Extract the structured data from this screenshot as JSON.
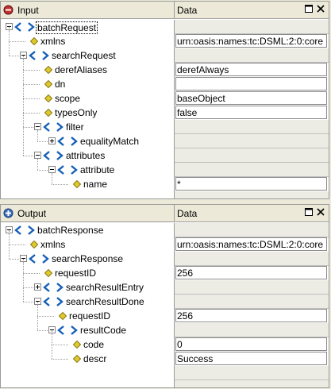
{
  "input_panel": {
    "title": "Input",
    "data_header": "Data",
    "header_icon": "minus-circle-icon",
    "rows": [
      {
        "label": "batchRequest",
        "kind": "element",
        "depth": 0,
        "expander": "minus",
        "value": null,
        "selected": true
      },
      {
        "label": "xmlns",
        "kind": "attribute",
        "depth": 1,
        "expander": null,
        "value": "urn:oasis:names:tc:DSML:2:0:core"
      },
      {
        "label": "searchRequest",
        "kind": "element",
        "depth": 1,
        "expander": "minus",
        "value": null
      },
      {
        "label": "derefAliases",
        "kind": "attribute",
        "depth": 2,
        "expander": null,
        "value": "derefAlways"
      },
      {
        "label": "dn",
        "kind": "attribute",
        "depth": 2,
        "expander": null,
        "value": ""
      },
      {
        "label": "scope",
        "kind": "attribute",
        "depth": 2,
        "expander": null,
        "value": "baseObject"
      },
      {
        "label": "typesOnly",
        "kind": "attribute",
        "depth": 2,
        "expander": null,
        "value": "false"
      },
      {
        "label": "filter",
        "kind": "element",
        "depth": 2,
        "expander": "minus",
        "value": null
      },
      {
        "label": "equalityMatch",
        "kind": "element",
        "depth": 3,
        "expander": "plus",
        "value": null
      },
      {
        "label": "attributes",
        "kind": "element",
        "depth": 2,
        "expander": "minus",
        "value": null
      },
      {
        "label": "attribute",
        "kind": "element",
        "depth": 3,
        "expander": "minus",
        "value": null
      },
      {
        "label": "name",
        "kind": "attribute",
        "depth": 4,
        "expander": null,
        "value": "*"
      }
    ]
  },
  "output_panel": {
    "title": "Output",
    "data_header": "Data",
    "header_icon": "plus-circle-icon",
    "rows": [
      {
        "label": "batchResponse",
        "kind": "element",
        "depth": 0,
        "expander": "minus",
        "value": null
      },
      {
        "label": "xmlns",
        "kind": "attribute",
        "depth": 1,
        "expander": null,
        "value": "urn:oasis:names:tc:DSML:2:0:core"
      },
      {
        "label": "searchResponse",
        "kind": "element",
        "depth": 1,
        "expander": "minus",
        "value": null
      },
      {
        "label": "requestID",
        "kind": "attribute",
        "depth": 2,
        "expander": null,
        "value": "256"
      },
      {
        "label": "searchResultEntry",
        "kind": "element",
        "depth": 2,
        "expander": "plus",
        "value": null
      },
      {
        "label": "searchResultDone",
        "kind": "element",
        "depth": 2,
        "expander": "minus",
        "value": null
      },
      {
        "label": "requestID",
        "kind": "attribute",
        "depth": 3,
        "expander": null,
        "value": "256"
      },
      {
        "label": "resultCode",
        "kind": "element",
        "depth": 3,
        "expander": "minus",
        "value": null
      },
      {
        "label": "code",
        "kind": "attribute",
        "depth": 4,
        "expander": null,
        "value": "0"
      },
      {
        "label": "descr",
        "kind": "attribute",
        "depth": 4,
        "expander": null,
        "value": "Success"
      }
    ]
  },
  "window_buttons": [
    "maximize-icon",
    "close-icon"
  ],
  "colors": {
    "element_icon": "#1560b8",
    "attribute_icon": "#e0c830",
    "data_empty": "#ecece4",
    "header_bg": "#ece9d8"
  }
}
